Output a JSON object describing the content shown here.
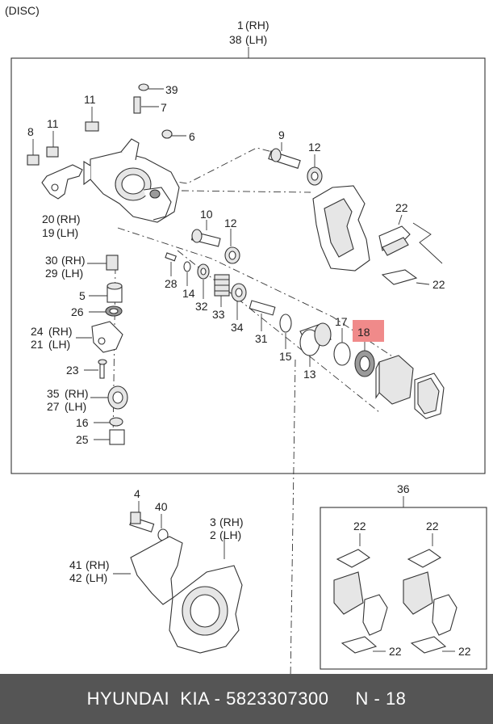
{
  "header": {
    "title": "(DISC)"
  },
  "highlight_color": "#f08a8a",
  "footer": {
    "text": "HYUNDAI  KIA - 5823307300     N - 18"
  },
  "labels": {
    "l1": "1",
    "l1s": "(RH)",
    "l38": "38",
    "l38s": "(LH)",
    "l39": "39",
    "l11a": "11",
    "l7": "7",
    "l8": "8",
    "l11b": "11",
    "l6": "6",
    "l9": "9",
    "l12a": "12",
    "l20": "20",
    "l20s": "(RH)",
    "l19": "19",
    "l19s": "(LH)",
    "l10": "10",
    "l12b": "12",
    "l22a": "22",
    "l22b": "22",
    "l30": "30",
    "l30s": "(RH)",
    "l29": "29",
    "l29s": "(LH)",
    "l28": "28",
    "l14": "14",
    "l32": "32",
    "l33": "33",
    "l34": "34",
    "l5": "5",
    "l26": "26",
    "l24": "24",
    "l24s": "(RH)",
    "l21": "21",
    "l21s": "(LH)",
    "l31": "31",
    "l15": "15",
    "l13": "13",
    "l17": "17",
    "l18": "18",
    "l23": "23",
    "l35": "35",
    "l35s": "(RH)",
    "l27": "27",
    "l27s": "(LH)",
    "l16": "16",
    "l25": "25",
    "l4": "4",
    "l40": "40",
    "l3": "3",
    "l3s": "(RH)",
    "l2": "2",
    "l2s": "(LH)",
    "l41": "41",
    "l41s": "(RH)",
    "l42": "42",
    "l42s": "(LH)",
    "l36": "36",
    "l22c": "22",
    "l22d": "22",
    "l22e": "22",
    "l22f": "22"
  }
}
